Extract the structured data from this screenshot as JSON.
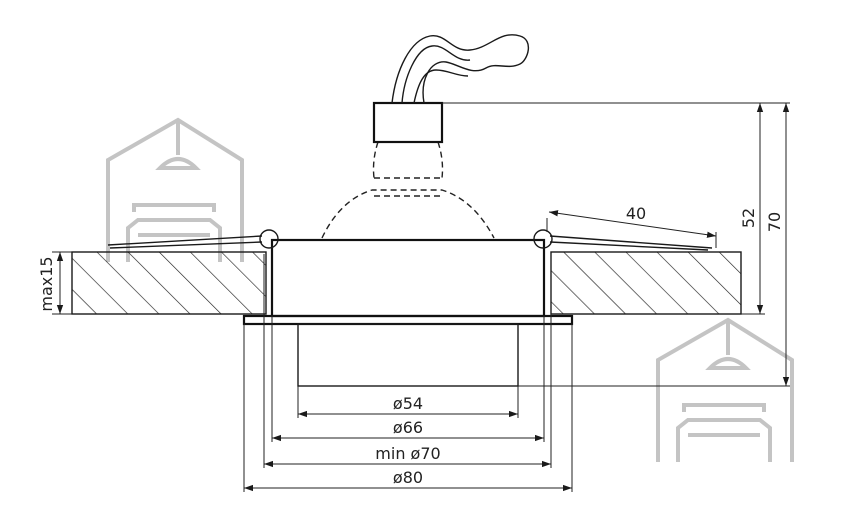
{
  "dimensions": {
    "d54": "ø54",
    "d66": "ø66",
    "d70": "min ø70",
    "d80": "ø80",
    "h15": "max15",
    "h52": "52",
    "h70": "70",
    "clip": "40"
  },
  "colors": {
    "line": "#1a1a1a",
    "watermark": "#c4c4c4",
    "background": "#ffffff"
  },
  "icons": {
    "watermark": "house-sofa-logo"
  }
}
